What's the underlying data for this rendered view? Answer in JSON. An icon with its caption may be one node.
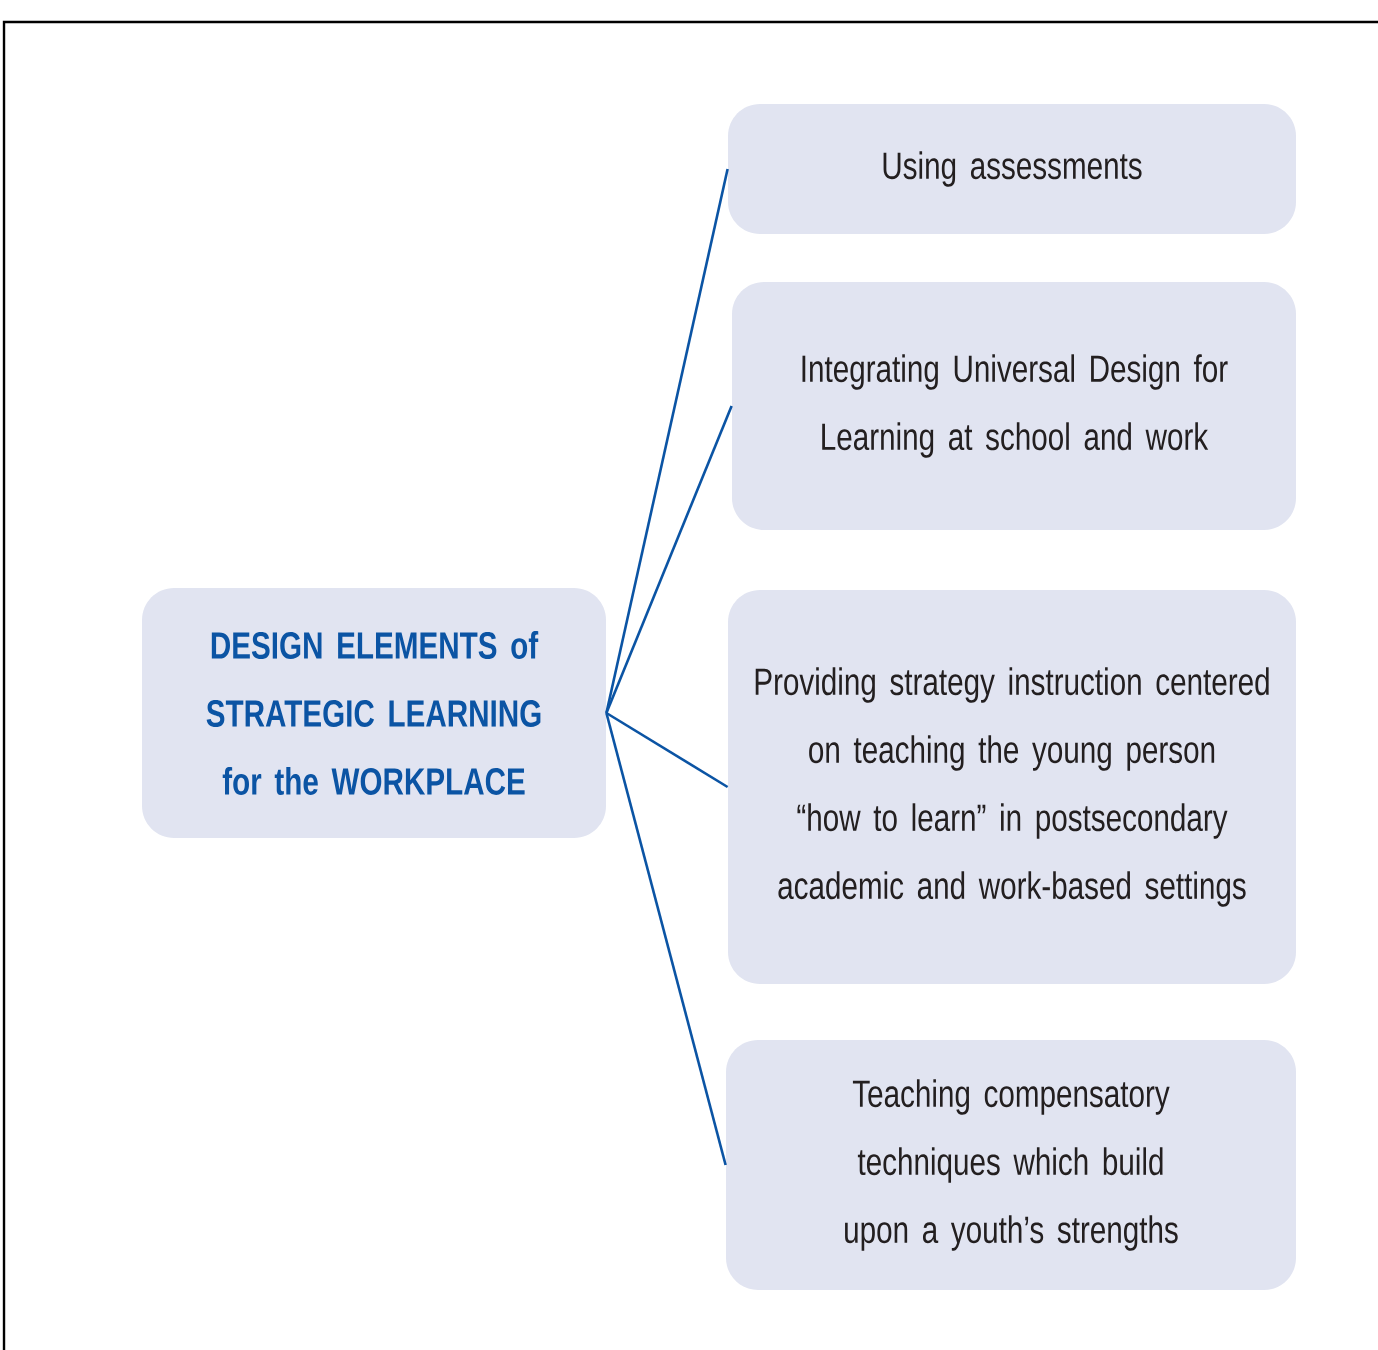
{
  "diagram": {
    "nodes": [
      {
        "text": [
          "DESIGN ELEMENTS of STRATEGIC LEARNING for the WORKPLACE"
        ]
      },
      {
        "text": [
          "Using assessments"
        ]
      },
      {
        "text": [
          "Integrating Universal Design for Learning at school and work"
        ]
      },
      {
        "text": [
          "Providing strategy instruction centered on teaching the young person “how to learn” in postsecondary academic and work-based settings"
        ]
      },
      {
        "text": [
          "Teaching compensatory techniques which build upon a youth’s strengths"
        ]
      }
    ],
    "edges": [
      {
        "from": 0,
        "to": 1,
        "arrow": "none"
      },
      {
        "from": 0,
        "to": 2,
        "arrow": "none"
      },
      {
        "from": 0,
        "to": 3,
        "arrow": "none"
      },
      {
        "from": 0,
        "to": 4,
        "arrow": "none"
      }
    ]
  }
}
